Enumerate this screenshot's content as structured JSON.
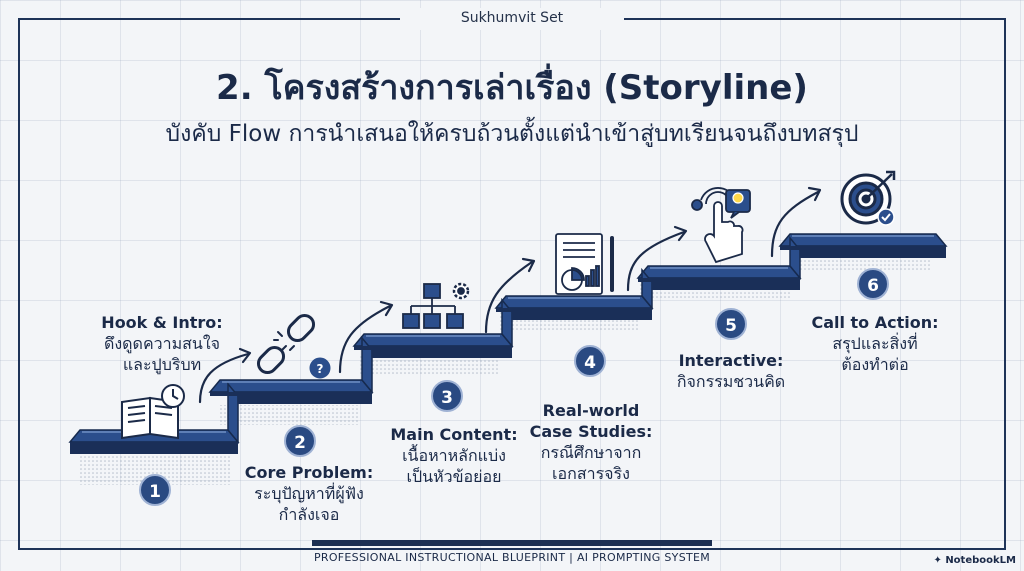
{
  "header": {
    "label": "Sukhumvit Set",
    "title": "2. โครงสร้างการเล่าเรื่อง (Storyline)",
    "subtitle": "บังคับ Flow การนำเสนอให้ครบถ้วนตั้งแต่นำเข้าสู่บทเรียนจนถึงบทสรุป"
  },
  "steps": [
    {
      "number": "1",
      "title": "Hook & Intro:",
      "lines": [
        "ดึงดูดความสนใจ",
        "และปูบริบท"
      ],
      "icon": "open-book-clock-icon"
    },
    {
      "number": "2",
      "title": "Core Problem:",
      "lines": [
        "ระบุปัญหาที่ผู้ฟัง",
        "กำลังเจอ"
      ],
      "icon": "broken-chain-question-icon"
    },
    {
      "number": "3",
      "title": "Main Content:",
      "lines": [
        "เนื้อหาหลักแบ่ง",
        "เป็นหัวข้อย่อย"
      ],
      "icon": "hierarchy-gear-icon"
    },
    {
      "number": "4",
      "title_lines": [
        "Real-world",
        "Case Studies:"
      ],
      "lines": [
        "กรณีศึกษาจาก",
        "เอกสารจริง"
      ],
      "icon": "report-chart-pen-icon"
    },
    {
      "number": "5",
      "title": "Interactive:",
      "lines": [
        "กิจกรรมชวนคิด"
      ],
      "icon": "hand-touch-lightbulb-icon"
    },
    {
      "number": "6",
      "title": "Call to Action:",
      "lines": [
        "สรุปและสิ่งที่",
        "ต้องทำต่อ"
      ],
      "icon": "target-arrow-check-icon"
    }
  ],
  "footer": {
    "text": "PROFESSIONAL INSTRUCTIONAL BLUEPRINT | AI PROMPTING SYSTEM",
    "brand": "NotebookLM"
  },
  "colors": {
    "stair_top": "#2b4e8c",
    "stair_front": "#1a2f58",
    "ink": "#1b2a48"
  }
}
